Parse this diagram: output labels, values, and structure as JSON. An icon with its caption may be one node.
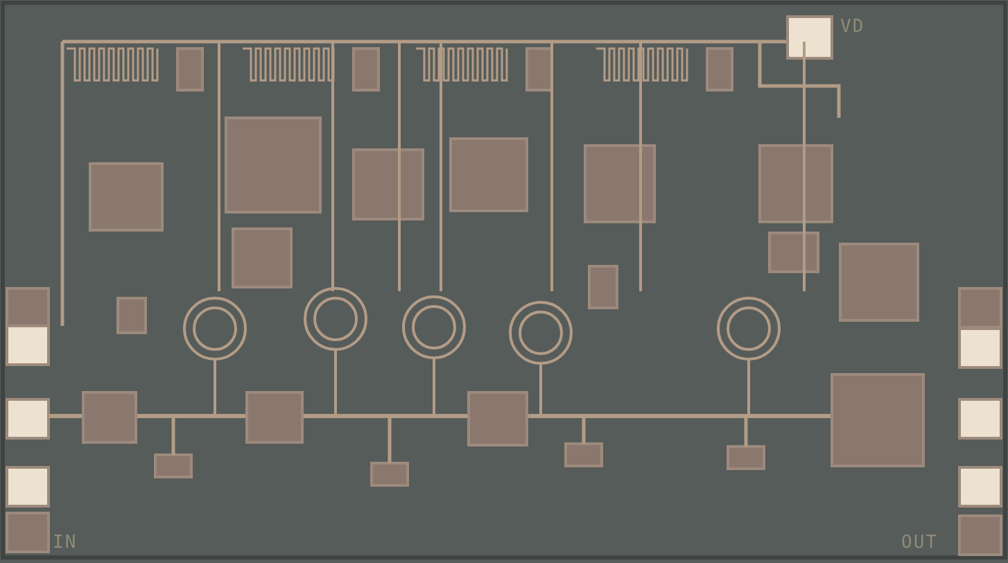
{
  "diagram": {
    "labels": [
      "VD",
      "IN",
      "OUT"
    ]
  }
}
